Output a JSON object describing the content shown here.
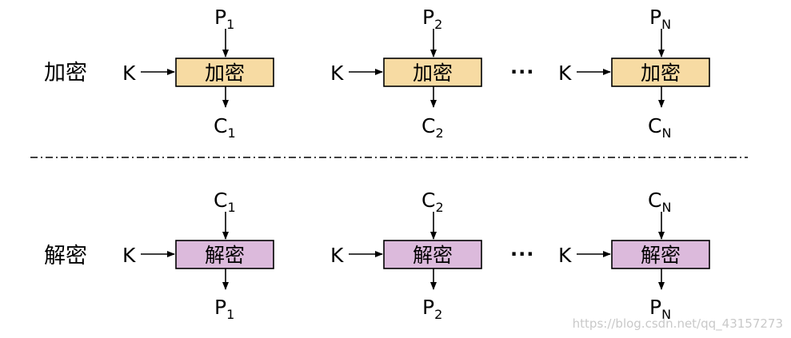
{
  "colors": {
    "encrypt_fill": "#f7dba3",
    "decrypt_fill": "#dcbadc",
    "stroke": "#000000"
  },
  "encrypt": {
    "label": "加密",
    "blocks": [
      {
        "key": "K",
        "box": "加密",
        "top": "P",
        "top_sub": "1",
        "bottom": "C",
        "bottom_sub": "1"
      },
      {
        "key": "K",
        "box": "加密",
        "top": "P",
        "top_sub": "2",
        "bottom": "C",
        "bottom_sub": "2"
      },
      {
        "key": "K",
        "box": "加密",
        "top": "P",
        "top_sub": "N",
        "bottom": "C",
        "bottom_sub": "N"
      }
    ],
    "ellipsis": "···"
  },
  "decrypt": {
    "label": "解密",
    "blocks": [
      {
        "key": "K",
        "box": "解密",
        "top": "C",
        "top_sub": "1",
        "bottom": "P",
        "bottom_sub": "1"
      },
      {
        "key": "K",
        "box": "解密",
        "top": "C",
        "top_sub": "2",
        "bottom": "P",
        "bottom_sub": "2"
      },
      {
        "key": "K",
        "box": "解密",
        "top": "C",
        "top_sub": "N",
        "bottom": "P",
        "bottom_sub": "N"
      }
    ],
    "ellipsis": "···"
  },
  "watermark": "https://blog.csdn.net/qq_43157273"
}
